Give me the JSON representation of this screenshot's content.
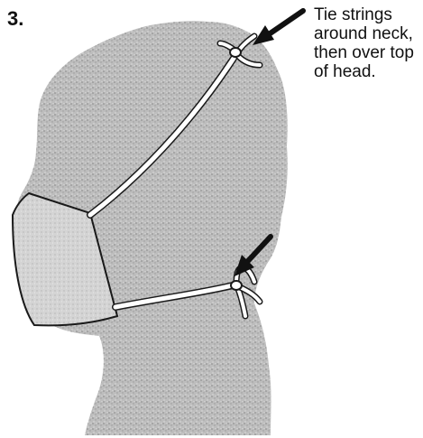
{
  "step": {
    "number": "3."
  },
  "caption": {
    "lines": [
      "Tie strings",
      "around neck,",
      "then over top",
      "of head."
    ]
  },
  "colors": {
    "head_fill": "#b8b8b8",
    "mask_fill": "#cfcfcf",
    "outline": "#1a1a1a",
    "arrow": "#111111",
    "string_fill": "#ffffff"
  }
}
